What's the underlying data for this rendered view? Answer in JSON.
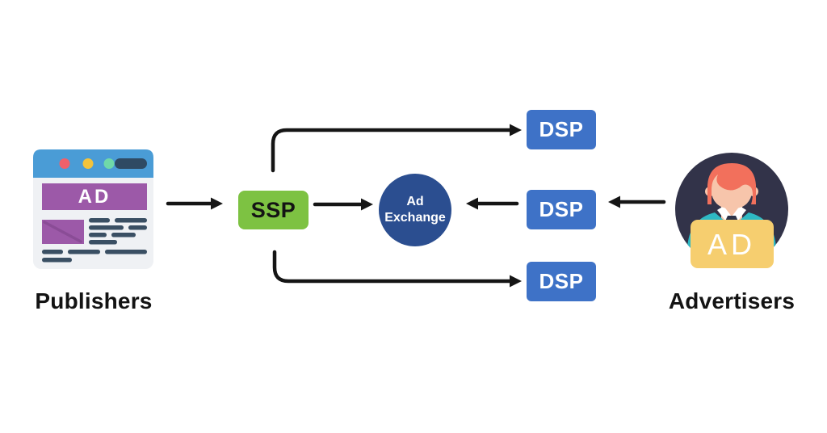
{
  "nodes": {
    "publishers": {
      "label": "Publishers",
      "browser_ad_text": "AD"
    },
    "ssp": {
      "label": "SSP"
    },
    "ad_exchange": {
      "line1": "Ad",
      "line2": "Exchange"
    },
    "dsps": [
      {
        "label": "DSP"
      },
      {
        "label": "DSP"
      },
      {
        "label": "DSP"
      }
    ],
    "advertisers": {
      "label": "Advertisers",
      "sign_text": "AD"
    }
  },
  "colors": {
    "ssp_green": "#7DC242",
    "dsp_blue": "#3E72C7",
    "exchange_navy": "#2B4E90",
    "arrow_black": "#151515",
    "browser_bar_blue": "#4A9CD6",
    "browser_body_gray": "#EFF1F4",
    "browser_purple": "#9C59A8",
    "browser_purple_dark": "#8A4C96",
    "browser_line_slate": "#3A4F63",
    "browser_pill_navy": "#2F4A63",
    "dot_red": "#F0606A",
    "dot_yellow": "#F2C33C",
    "dot_mint": "#6FD9A9",
    "avatar_bg_navy": "#323349",
    "hair_red": "#F2705C",
    "skin": "#F7C5AB",
    "shirt_teal": "#2EB9C4",
    "collar_white": "#FFFFFF",
    "tie_navy": "#2E3349",
    "sign_yellow": "#F6CE6F"
  }
}
